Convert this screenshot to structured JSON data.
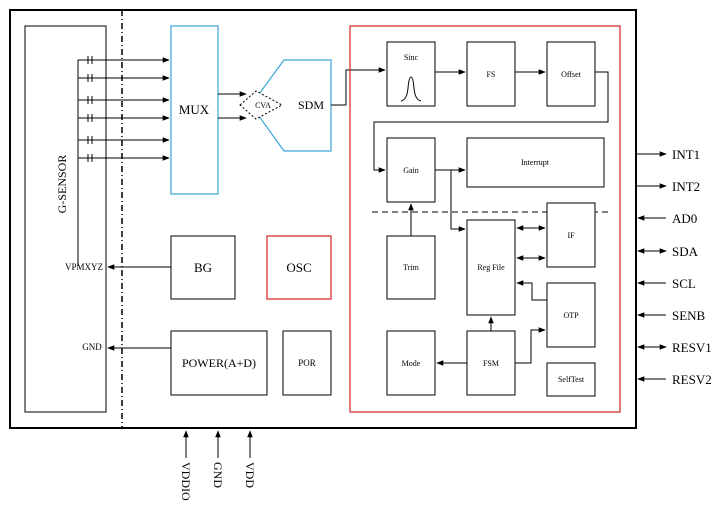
{
  "gsensor": {
    "title": "G-SENSOR",
    "vpmxyz": "VPMXYZ",
    "gnd": "GND"
  },
  "blocks": {
    "mux": "MUX",
    "cva": "CVA",
    "sdm": "SDM",
    "bg": "BG",
    "osc": "OSC",
    "power": "POWER(A+D)",
    "por": "POR",
    "sinc": "Sinc",
    "fs": "FS",
    "offset": "Offset",
    "gain": "Gain",
    "interrupt": "Interrupt",
    "trim": "Trim",
    "regfile": "Reg File",
    "if": "IF",
    "otp": "OTP",
    "mode": "Mode",
    "fsm": "FSM",
    "selftest": "SelfTest"
  },
  "pins_right": [
    {
      "label": "INT1",
      "dir": "out"
    },
    {
      "label": "INT2",
      "dir": "out"
    },
    {
      "label": "AD0",
      "dir": "in"
    },
    {
      "label": "SDA",
      "dir": "bi"
    },
    {
      "label": "SCL",
      "dir": "in"
    },
    {
      "label": "SENB",
      "dir": "in"
    },
    {
      "label": "RESV1",
      "dir": "bi"
    },
    {
      "label": "RESV2",
      "dir": "in"
    }
  ],
  "pins_bottom": [
    {
      "label": "VDDIO"
    },
    {
      "label": "GND"
    },
    {
      "label": "VDD"
    }
  ],
  "colors": {
    "analog_block": "#3aa6d8",
    "digital_frame": "#d42020",
    "line": "#000000"
  }
}
